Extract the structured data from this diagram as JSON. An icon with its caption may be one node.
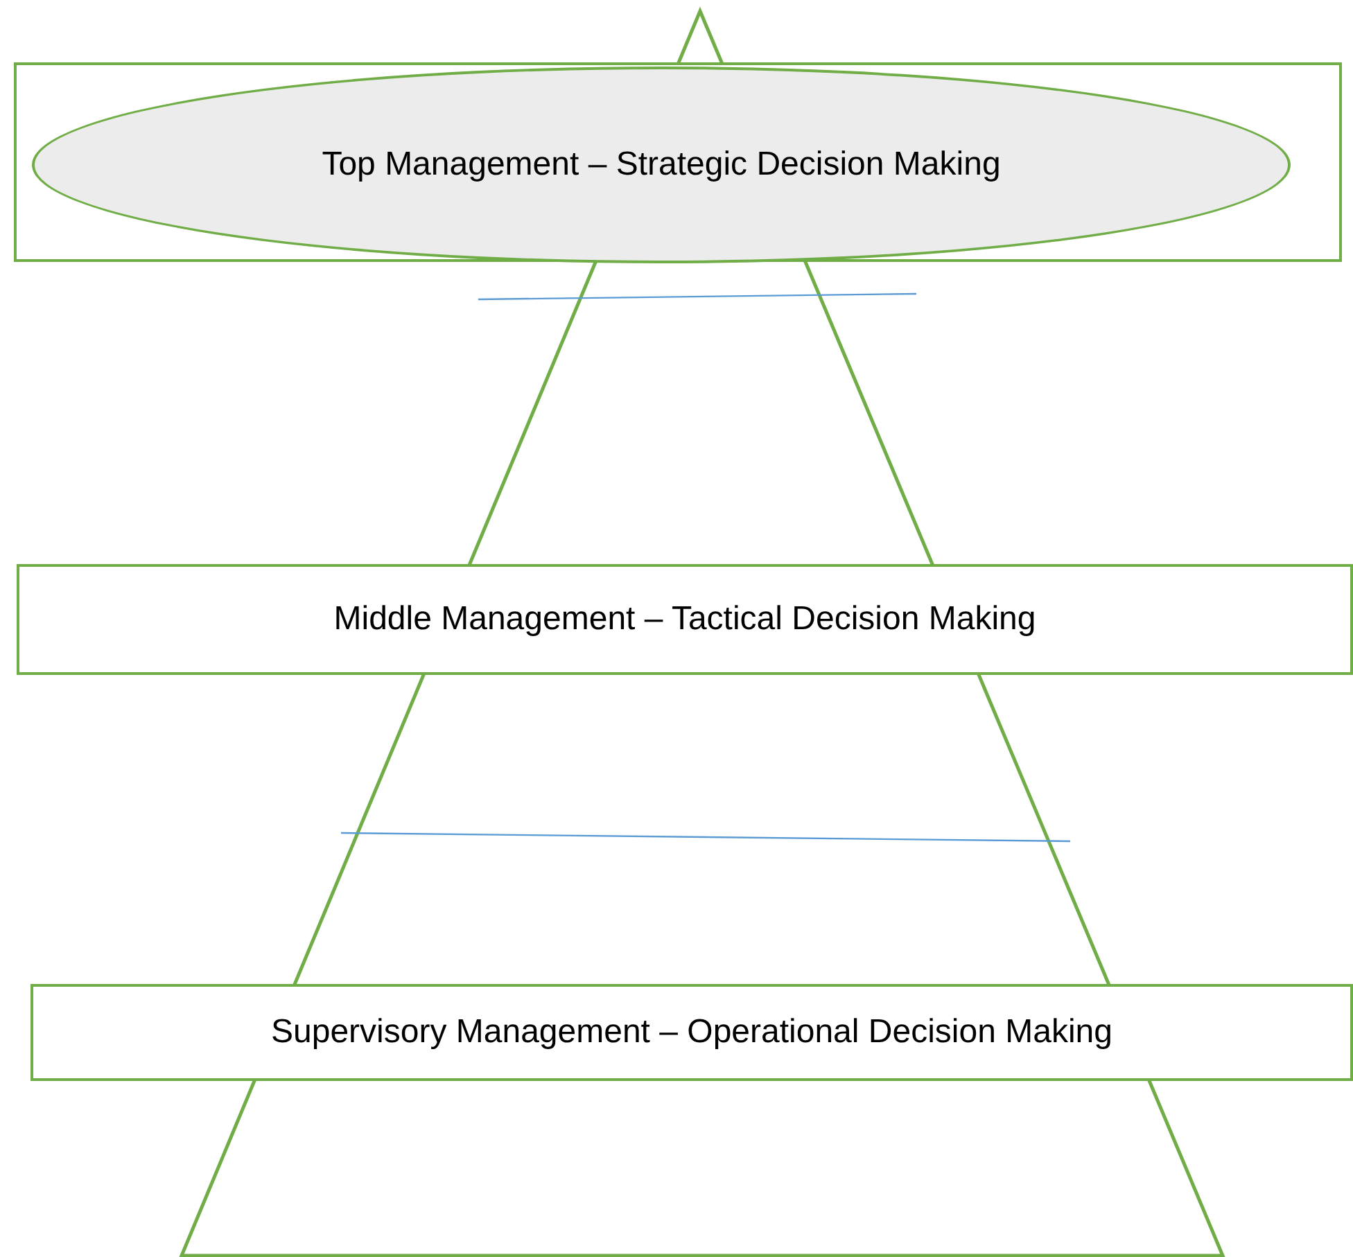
{
  "diagram": {
    "nodes": [
      {
        "text": [],
        "shape": "box"
      },
      {
        "text": [
          "Top Management – Strategic Decision Making"
        ],
        "in": 0
      },
      {
        "text": [
          "Middle Management – Tactical Decision Making"
        ]
      },
      {
        "text": [
          "Supervisory Management – Operational Decision Making"
        ]
      }
    ]
  }
}
